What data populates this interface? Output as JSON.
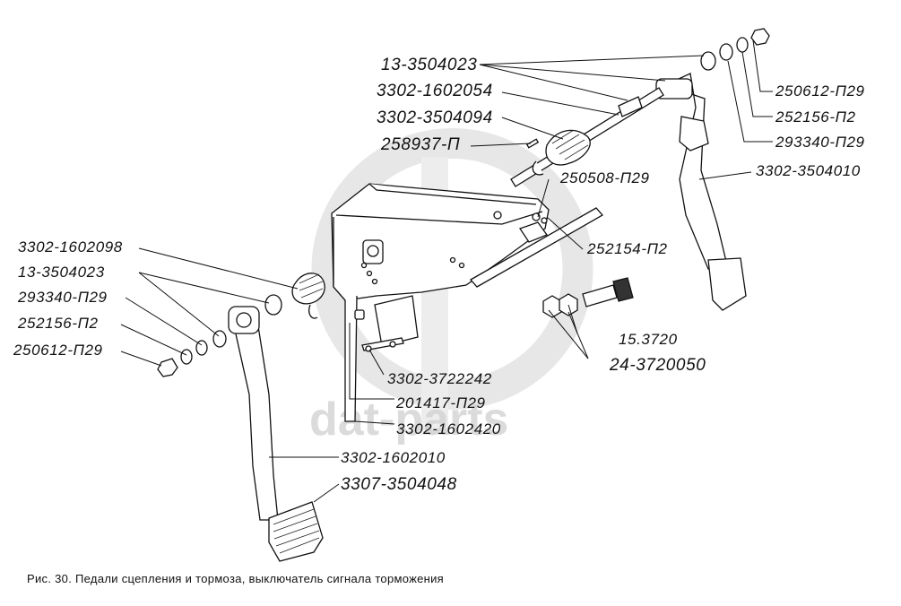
{
  "watermark": "dat-parts",
  "caption": "Рис. 30. Педали сцепления и тормоза, выключатель сигнала торможения",
  "labels": [
    "13-3504023",
    "3302-1602054",
    "3302-3504094",
    "258937-П",
    "250508-П29",
    "250612-П29",
    "252156-П2",
    "293340-П29",
    "3302-3504010",
    "252154-П2",
    "3302-1602098",
    "13-3504023",
    "293340-П29",
    "252156-П2",
    "250612-П29",
    "15.3720",
    "24-3720050",
    "3302-3722242",
    "201417-П29",
    "3302-1602420",
    "3302-1602010",
    "3307-3504048"
  ]
}
